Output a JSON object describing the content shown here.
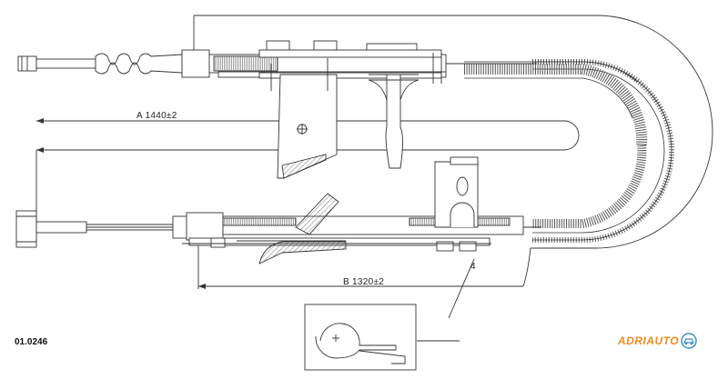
{
  "dimensions": {
    "a_label": "A 1440±2",
    "b_label": "B 1320±2",
    "callout_number": "4"
  },
  "part_number": "01.0246",
  "brand": {
    "name": "ADRIAUTO",
    "color": "#f28c1c",
    "mark_color": "#3a8fc8"
  }
}
